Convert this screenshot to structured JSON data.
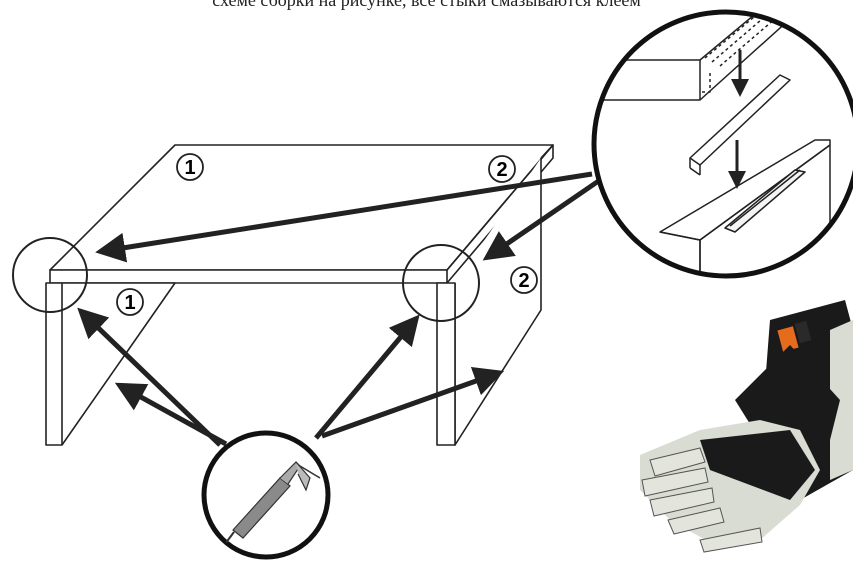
{
  "header": {
    "cut_text": "схеме сборки на рисунке, все стыки смазываются клеем"
  },
  "callouts": {
    "top_left": "1",
    "top_right": "2",
    "side_right": "2",
    "front_left": "1"
  },
  "gloves": {
    "label_color": "#e46c1c",
    "black": "#1a1a1a",
    "leather": "#d9dcd2"
  },
  "icons": [
    "caulking-gun-icon",
    "dowel-joint-detail"
  ]
}
